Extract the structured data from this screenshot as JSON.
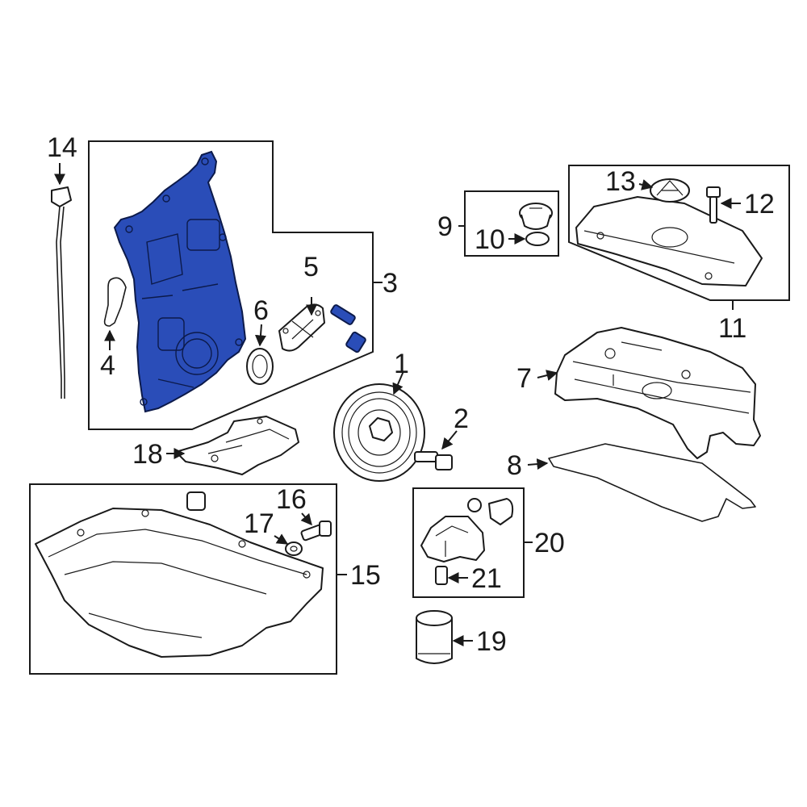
{
  "diagram": {
    "highlight_color": "#2a4db8",
    "line_color": "#1a1a1a",
    "callouts": {
      "c1": "1",
      "c2": "2",
      "c3": "3",
      "c4": "4",
      "c5": "5",
      "c6": "6",
      "c7": "7",
      "c8": "8",
      "c9": "9",
      "c10": "10",
      "c11": "11",
      "c12": "12",
      "c13": "13",
      "c14": "14",
      "c15": "15",
      "c16": "16",
      "c17": "17",
      "c18": "18",
      "c19": "19",
      "c20": "20",
      "c21": "21"
    }
  }
}
